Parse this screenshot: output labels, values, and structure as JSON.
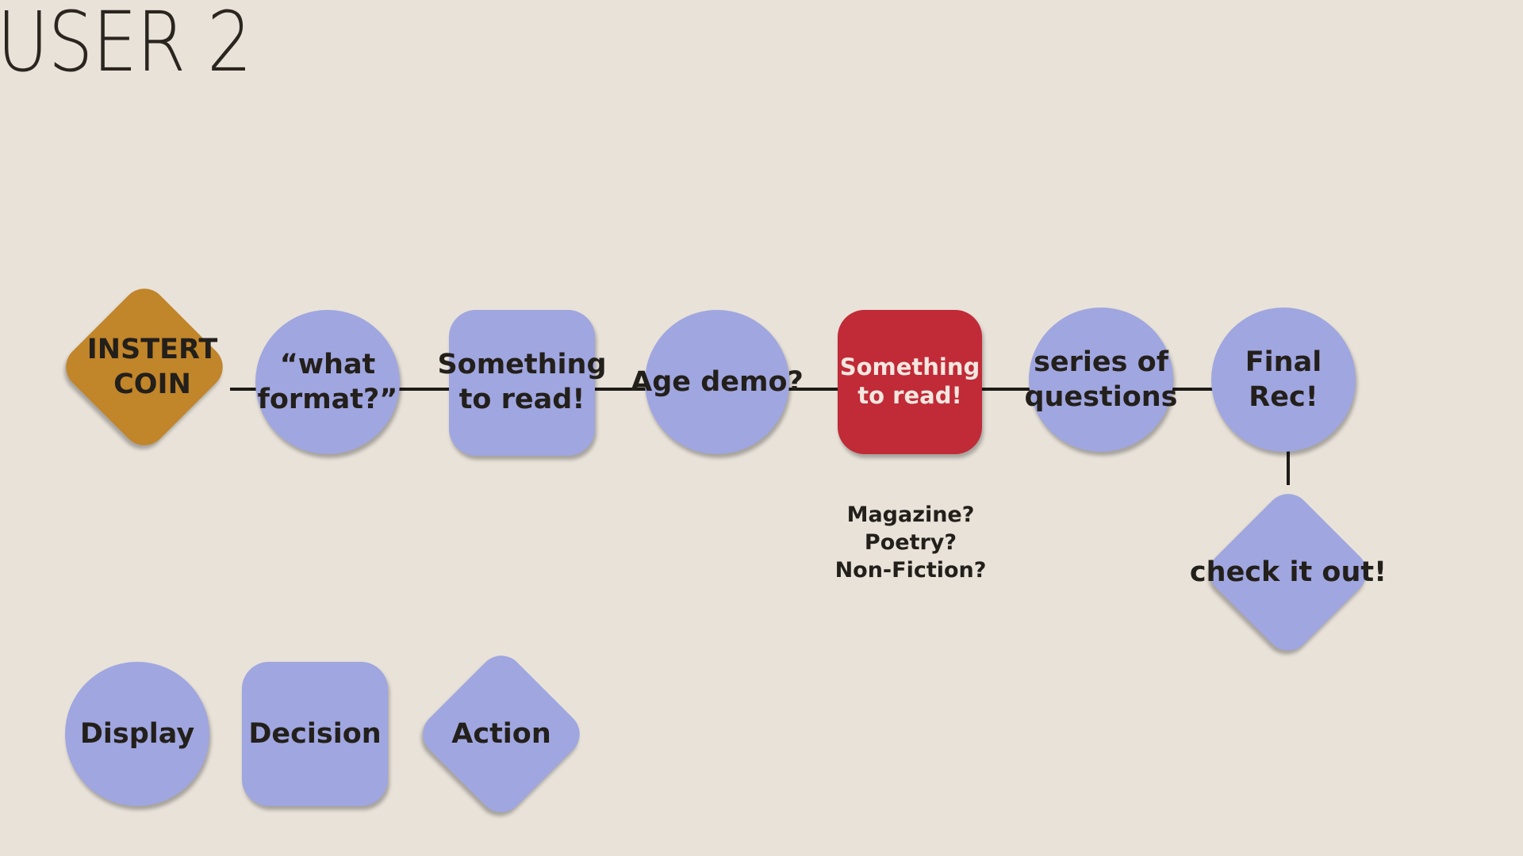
{
  "title": "USER 2",
  "flow": {
    "insert_coin": "INSTERT\nCOIN",
    "what_format": "“what\nformat?”",
    "something_to_read_1": "Something\nto read!",
    "age_demo": "Age demo?",
    "something_to_read_2": "Something\nto read!",
    "series_of_questions": "series of\nquestions",
    "final_rec": "Final\nRec!",
    "check_it_out": "check it out!"
  },
  "note": "Magazine?\nPoetry?\nNon-Fiction?",
  "legend": {
    "display": "Display",
    "decision": "Decision",
    "action": "Action"
  },
  "colors": {
    "background": "#e8e2d9",
    "display_decision_action": "#a0a6df",
    "start_action": "#c1852a",
    "highlight_decision": "#c12a37",
    "text": "#231f1b"
  }
}
